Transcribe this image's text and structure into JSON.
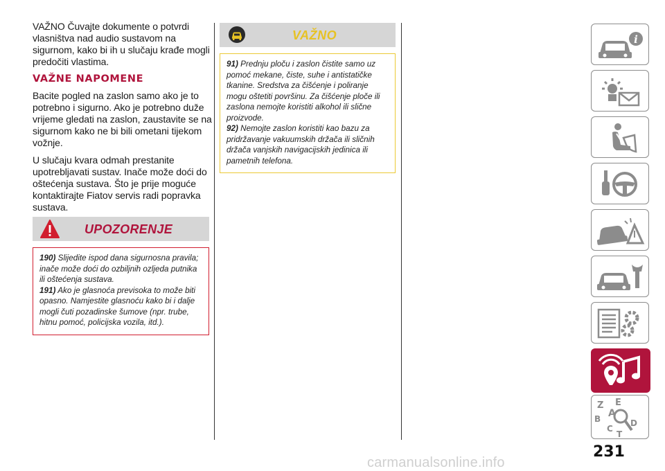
{
  "col1": {
    "para1": "VAŽNO Čuvajte dokumente o potvrdi vlasništva nad audio sustavom na sigurnom, kako bi ih u slučaju krađe mogli predočiti vlastima.",
    "heading": "VAŽNE NAPOMENE",
    "para2": "Bacite pogled na zaslon samo ako je to potrebno i sigurno. Ako je potrebno duže vrijeme gledati na zaslon, zaustavite se na sigurnom kako ne bi bili ometani tijekom vožnje.",
    "para3": "U slučaju kvara odmah prestanite upotrebljavati sustav. Inače može doći do oštećenja sustava. Što je prije moguće kontaktirajte Fiatov servis radi popravka sustava."
  },
  "warning": {
    "title": "UPOZORENJE",
    "items": [
      {
        "num": "190)",
        "text": "Slijedite ispod dana sigurnosna pravila; inače može doći do ozbiljnih ozljeda putnika ili oštećenja sustava."
      },
      {
        "num": "191)",
        "text": "Ako je glasnoća previsoka to može biti opasno. Namjestite glasnoću kako bi i dalje mogli čuti pozadinske šumove (npr. trube, hitnu pomoć, policijska vozila, itd.)."
      }
    ]
  },
  "note": {
    "title": "VAŽNO",
    "items": [
      {
        "num": "91)",
        "text": "Prednju ploču i zaslon čistite samo uz pomoć mekane, čiste, suhe i antistatičke tkanine. Sredstva za čišćenje i poliranje mogu oštetiti površinu. Za čišćenje ploče ili zaslona nemojte koristiti alkohol ili slične proizvode."
      },
      {
        "num": "92)",
        "text": "Nemojte zaslon koristiti kao bazu za pridržavanje vakuumskih držača ili sličnih držača vanjskih navigacijskih jedinica ili pametnih telefona."
      }
    ]
  },
  "sidebar": {
    "active_index": 7,
    "tabs": [
      {
        "icon": "car-info-icon"
      },
      {
        "icon": "dashboard-lights-message-icon"
      },
      {
        "icon": "seat-safety-airbag-icon"
      },
      {
        "icon": "key-steering-wheel-icon"
      },
      {
        "icon": "car-emergency-icon"
      },
      {
        "icon": "car-maintenance-wrench-icon"
      },
      {
        "icon": "technical-data-gears-icon"
      },
      {
        "icon": "multimedia-radio-nav-icon"
      },
      {
        "icon": "index-alphabet-search-icon"
      }
    ],
    "index_letters": [
      "Z",
      "E",
      "A",
      "B",
      "C",
      "D",
      "T"
    ]
  },
  "colors": {
    "accent": "#b0143c",
    "warning_border": "#d11d2e",
    "note_title": "#e7c224",
    "note_border": "#ebc934",
    "header_bg": "#d6d6d6"
  },
  "page_number": "231",
  "watermark": "carmanualsonline.info"
}
